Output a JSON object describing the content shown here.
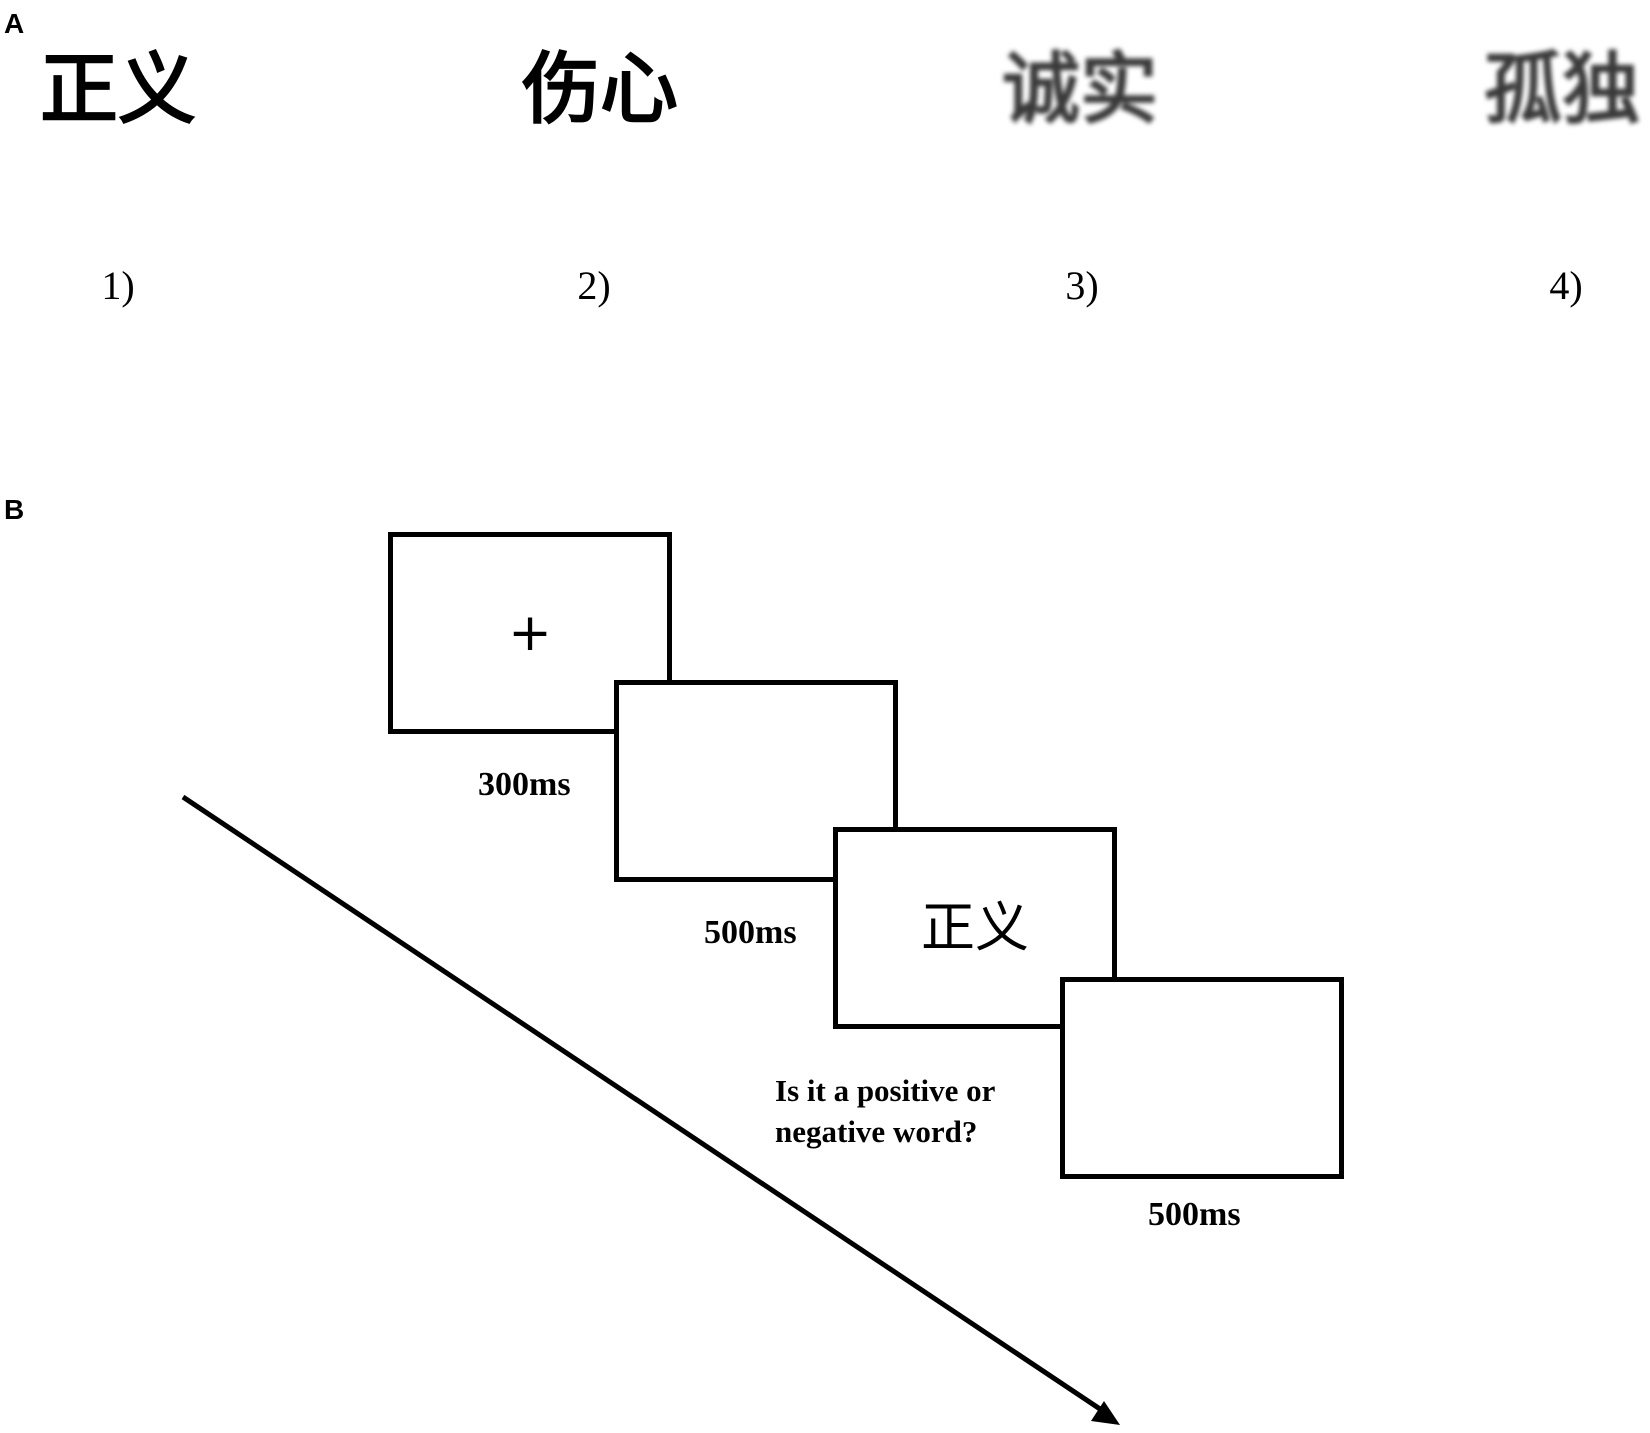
{
  "panels": {
    "a_label": "A",
    "b_label": "B"
  },
  "panel_a": {
    "stimuli": [
      {
        "word": "正义",
        "number": "1)",
        "clarity": "sharp"
      },
      {
        "word": "伤心",
        "number": "2)",
        "clarity": "sharp"
      },
      {
        "word": "诚实",
        "number": "3)",
        "clarity": "blurred"
      },
      {
        "word": "孤独",
        "number": "4)",
        "clarity": "blurred"
      }
    ]
  },
  "panel_b": {
    "screens": [
      {
        "content": "+",
        "duration": "300ms"
      },
      {
        "content": "",
        "duration": "500ms"
      },
      {
        "content": "正义",
        "duration": ""
      },
      {
        "content": "",
        "duration": "500ms"
      }
    ],
    "question": "Is it a positive or negative word?"
  }
}
